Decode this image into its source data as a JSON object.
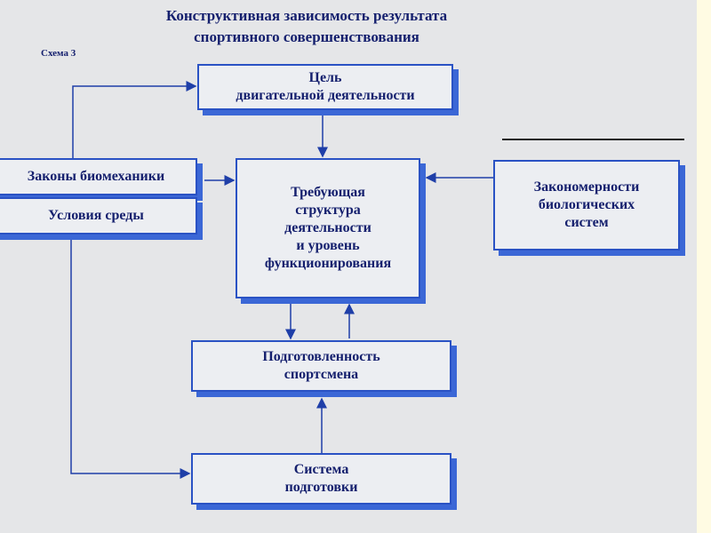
{
  "title": {
    "line1": "Конструктивная зависимость результата",
    "line2": "спортивного совершенствования"
  },
  "scheme_label": "Схема 3",
  "boxes": {
    "goal": {
      "line1": "Цель",
      "line2": "двигательной деятельности"
    },
    "biomechanics": "Законы биомеханики",
    "environment": "Условия среды",
    "structure": {
      "line1": "Требующая",
      "line2": "структура",
      "line3": "деятельности",
      "line4": "и уровень",
      "line5": "функционирования"
    },
    "biology": {
      "line1": "Закономерности",
      "line2": "биологических",
      "line3": "систем"
    },
    "readiness": {
      "line1": "Подготовленность",
      "line2": "спортсмена"
    },
    "training": {
      "line1": "Система",
      "line2": "подготовки"
    }
  },
  "colors": {
    "line": "#1f3fa8",
    "border": "#2a52c4",
    "shadow": "#3b67d6",
    "text": "#15206e"
  }
}
